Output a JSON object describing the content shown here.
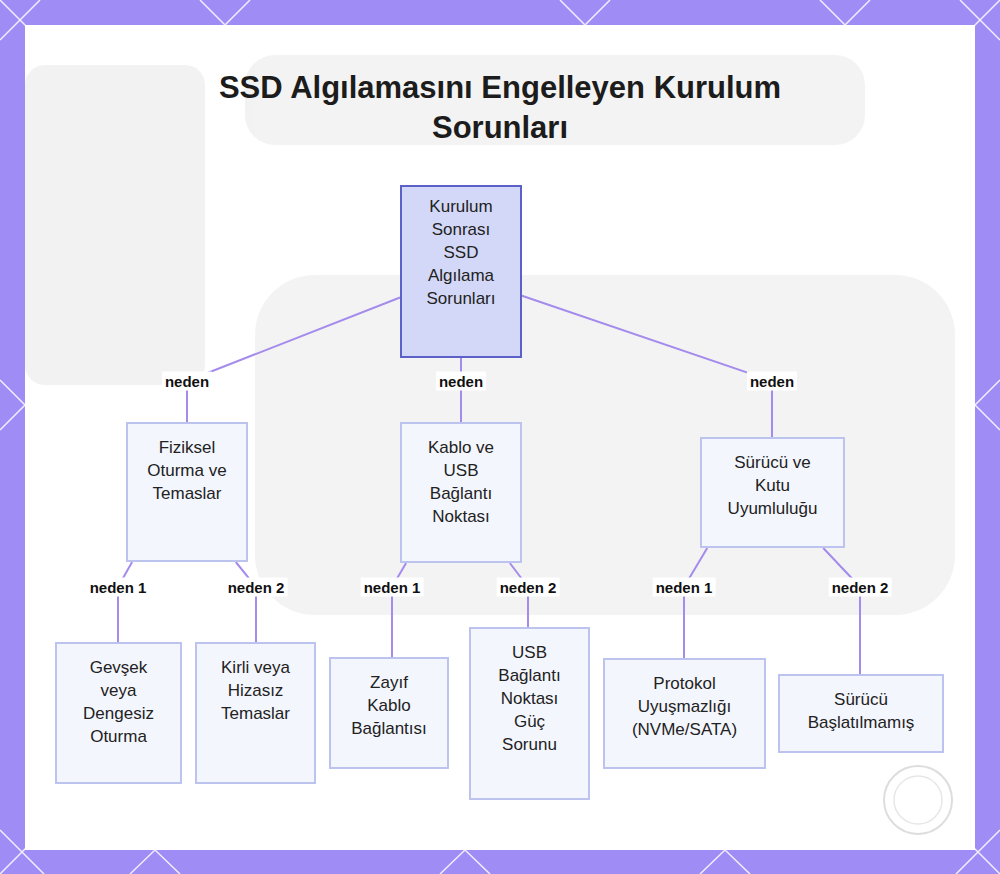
{
  "diagram": {
    "title": "SSD Algılamasını Engelleyen Kurulum Sorunları",
    "nodes": [
      {
        "text": [
          "Kurulum Sonrası SSD Algılama Sorunları"
        ]
      },
      {
        "text": [
          "Fiziksel Oturma ve Temaslar"
        ]
      },
      {
        "text": [
          "Kablo ve USB Bağlantı Noktası"
        ]
      },
      {
        "text": [
          "Sürücü ve Kutu Uyumluluğu"
        ]
      },
      {
        "text": [
          "Gevşek veya Dengesiz Oturma"
        ]
      },
      {
        "text": [
          "Kirli veya Hizasız Temaslar"
        ]
      },
      {
        "text": [
          "Zayıf Kablo Bağlantısı"
        ]
      },
      {
        "text": [
          "USB Bağlantı Noktası Güç Sorunu"
        ]
      },
      {
        "text": [
          "Protokol Uyuşmazlığı (NVMe/SATA)"
        ]
      },
      {
        "text": [
          "Sürücü Başlatılmamış"
        ]
      }
    ],
    "edges": [
      {
        "from": 0,
        "to": 1,
        "label": "neden",
        "arrow": "none"
      },
      {
        "from": 0,
        "to": 2,
        "label": "neden",
        "arrow": "none"
      },
      {
        "from": 0,
        "to": 3,
        "label": "neden",
        "arrow": "none"
      },
      {
        "from": 1,
        "to": 4,
        "label": "neden 1",
        "arrow": "none"
      },
      {
        "from": 1,
        "to": 5,
        "label": "neden 2",
        "arrow": "none"
      },
      {
        "from": 2,
        "to": 6,
        "label": "neden 1",
        "arrow": "none"
      },
      {
        "from": 2,
        "to": 7,
        "label": "neden 2",
        "arrow": "none"
      },
      {
        "from": 3,
        "to": 8,
        "label": "neden 1",
        "arrow": "none"
      },
      {
        "from": 3,
        "to": 9,
        "label": "neden 2",
        "arrow": "none"
      }
    ]
  }
}
